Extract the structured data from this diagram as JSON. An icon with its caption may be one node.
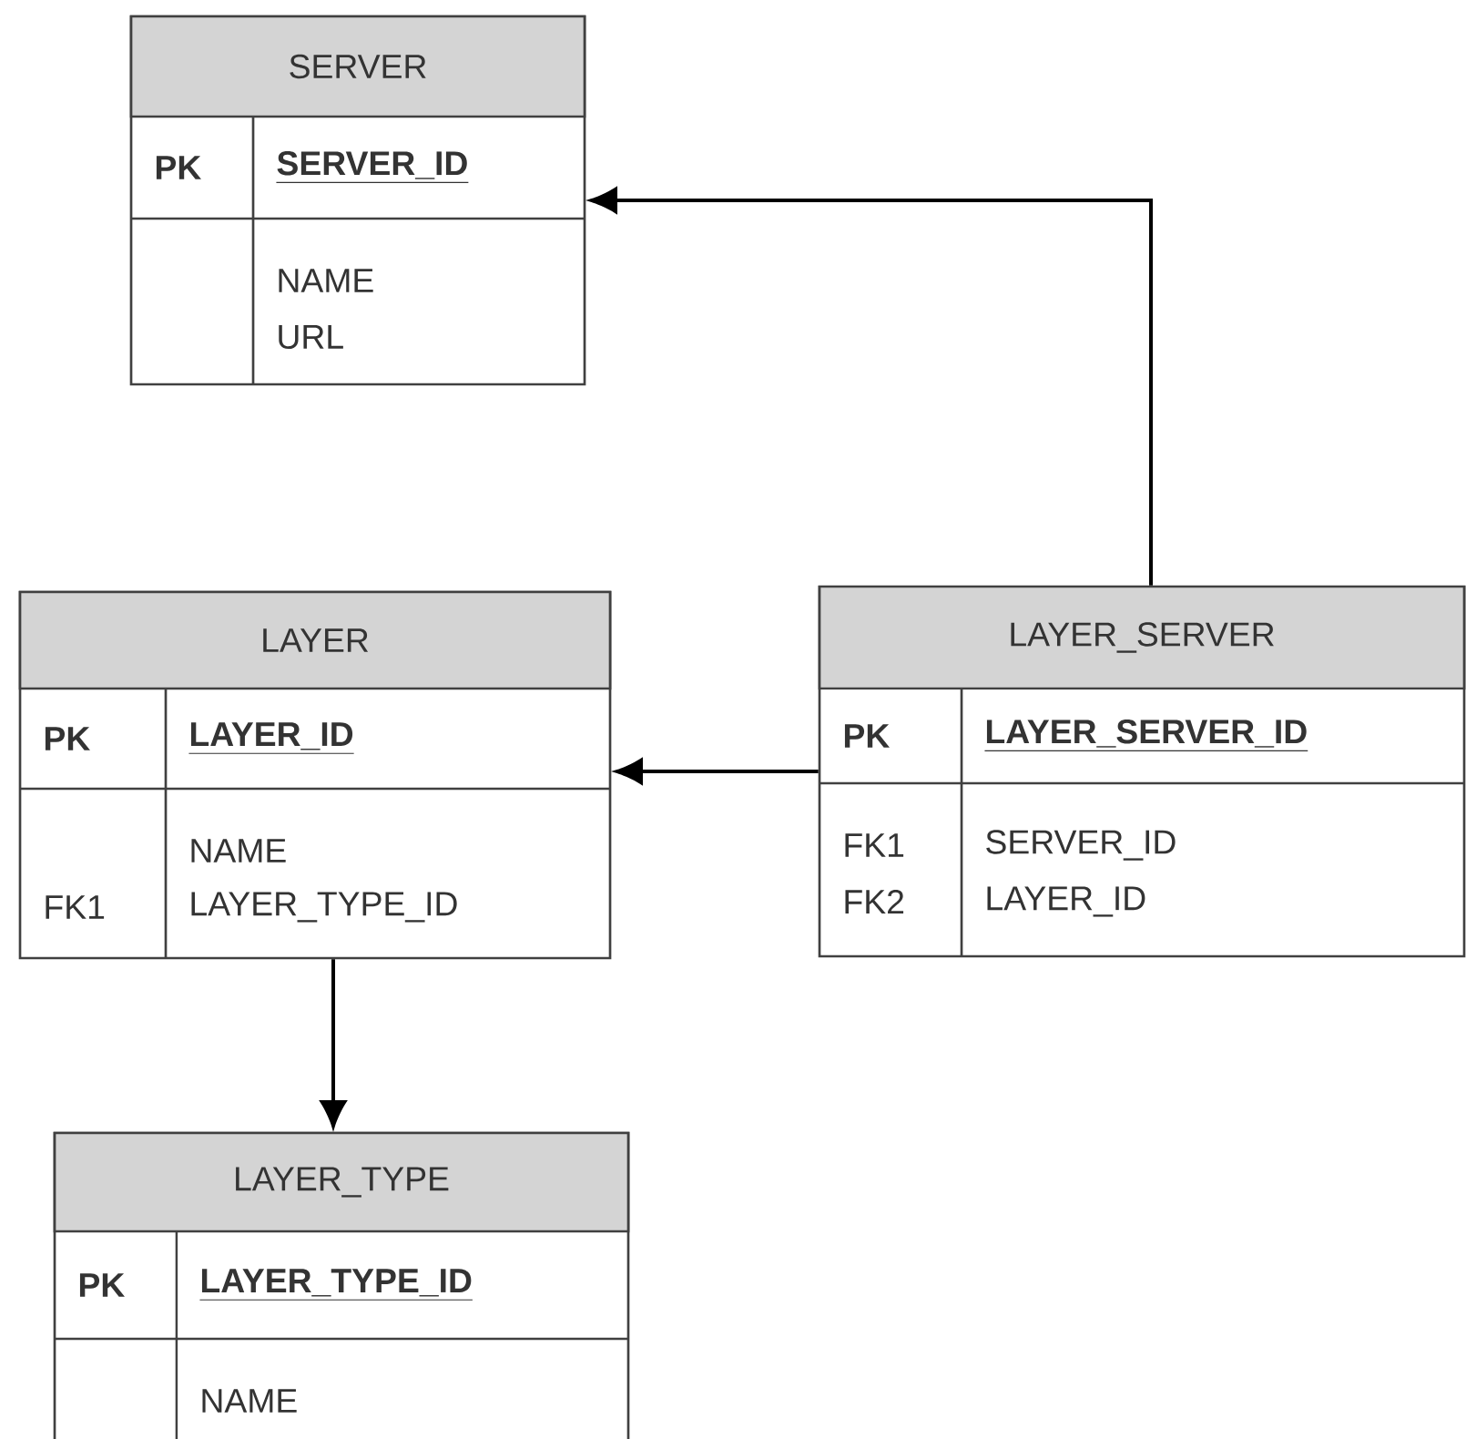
{
  "diagram": {
    "nodes": [
      {
        "text": [
          "SERVER",
          "PK",
          "SERVER_ID",
          "NAME",
          "URL"
        ]
      },
      {
        "text": [
          "LAYER",
          "PK",
          "LAYER_ID",
          "NAME",
          "FK1",
          "LAYER_TYPE_ID"
        ]
      },
      {
        "text": [
          "LAYER_TYPE",
          "PK",
          "LAYER_TYPE_ID",
          "NAME"
        ]
      },
      {
        "text": [
          "LAYER_SERVER",
          "PK",
          "LAYER_SERVER_ID",
          "FK1",
          "SERVER_ID",
          "FK2",
          "LAYER_ID"
        ]
      }
    ],
    "edges": [
      {
        "from": 3,
        "to": 0,
        "arrow": "to"
      },
      {
        "from": 3,
        "to": 1,
        "arrow": "to"
      },
      {
        "from": 1,
        "to": 2,
        "arrow": "to"
      }
    ]
  }
}
